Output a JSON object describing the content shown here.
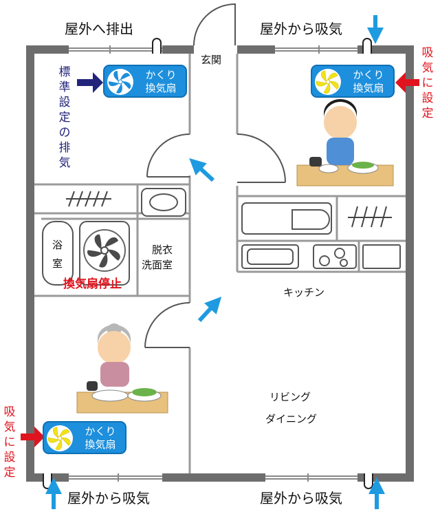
{
  "outside_labels": {
    "exhaust_top_left": "屋外へ排出",
    "intake_top_right": "屋外から吸気",
    "intake_bottom_left": "屋外から吸気",
    "intake_bottom_right": "屋外から吸気"
  },
  "rooms": {
    "entrance": "玄関",
    "bath_line1": "浴",
    "bath_line2": "室",
    "dressing_line1": "脱衣",
    "dressing_line2": "洗面室",
    "kitchen": "キッチン",
    "living": "リビング",
    "dining": "ダイニング"
  },
  "annotations": {
    "standard_exhaust": "標準設定の排気",
    "intake_setting_right": "吸気に設定",
    "intake_setting_left": "吸気に設定",
    "fan_stopped": "換気扇停止"
  },
  "fan_badges": {
    "line1": "かくり",
    "line2": "換気扇"
  },
  "colors": {
    "wall": "#6d6d6d",
    "exhaust_arrow": "#22237a",
    "intake_arrow_red": "#e0141e",
    "airflow_arrow": "#1e9be0",
    "badge": "#1d8fdc",
    "fan_blade_yellow": "#f2e21a",
    "fan_stopped_label": "#e0141e"
  }
}
